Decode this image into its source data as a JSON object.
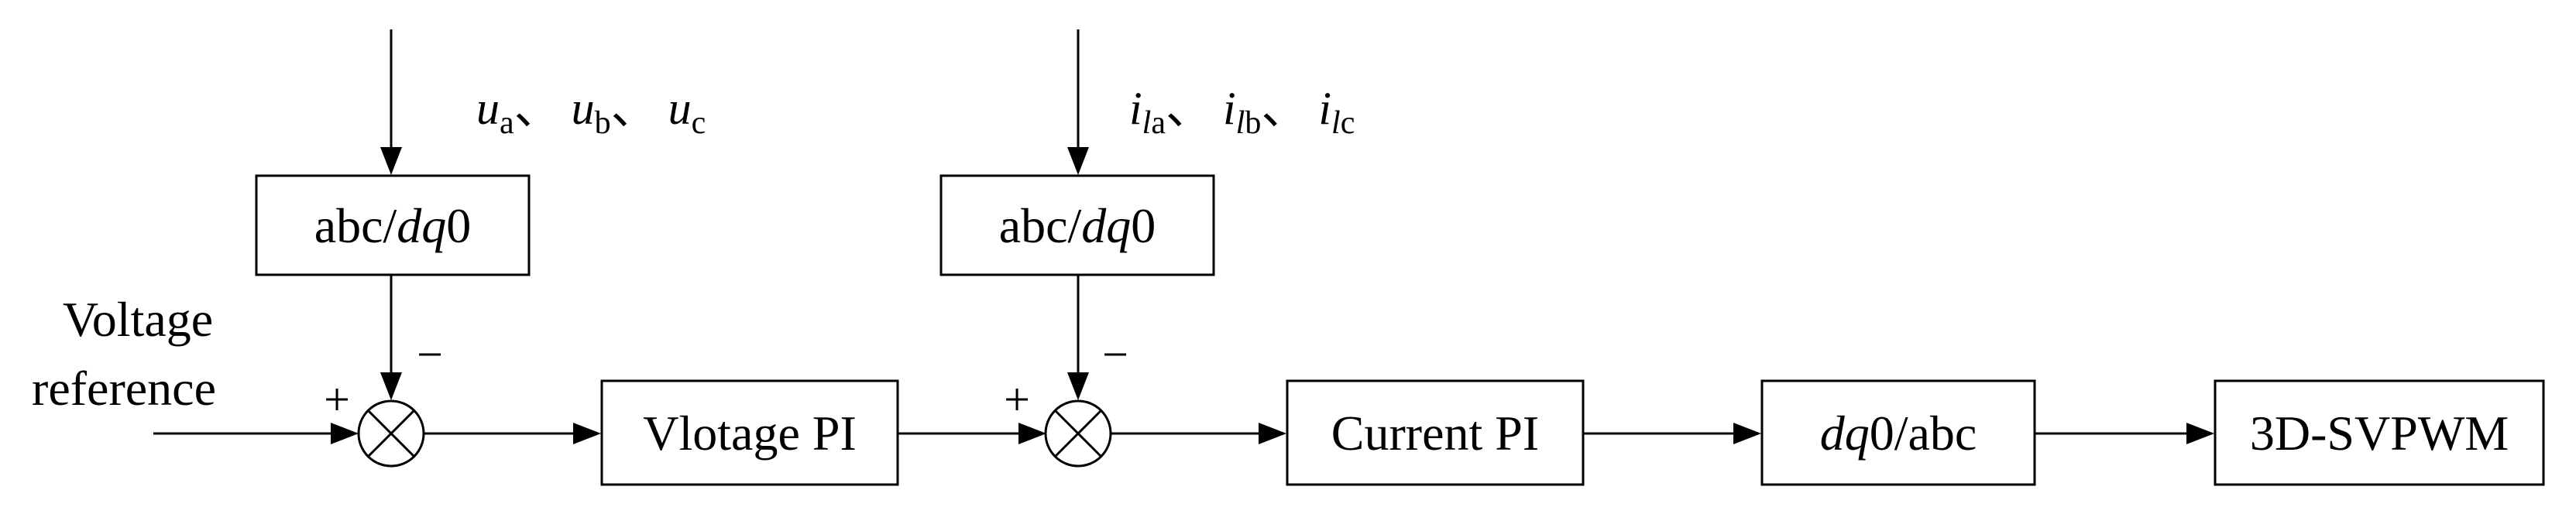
{
  "blocks": {
    "transform1": {
      "pre": "abc/",
      "ital": "dq",
      "post": "0"
    },
    "transform2": {
      "pre": "abc/",
      "ital": "dq",
      "post": "0"
    },
    "voltage_pi": "Vlotage PI",
    "current_pi": "Current PI",
    "inverse": {
      "pre": "",
      "ital": "dq",
      "post": "0/abc"
    },
    "modulator": "3D-SVPWM"
  },
  "input": {
    "line1": "Voltage",
    "line2": "reference"
  },
  "signs": {
    "sum1_plus": "+",
    "sum1_minus": "−",
    "sum2_plus": "+",
    "sum2_minus": "−"
  },
  "voltage_signals": [
    {
      "var": "u",
      "sub": "a",
      "sep": "、"
    },
    {
      "var": "u",
      "sub": "b",
      "sep": "、"
    },
    {
      "var": "u",
      "sub": "c",
      "sep": ""
    }
  ],
  "current_signals": [
    {
      "var": "i",
      "subi": "l",
      "sub": "a",
      "sep": "、"
    },
    {
      "var": "i",
      "subi": "l",
      "sub": "b",
      "sep": "、"
    },
    {
      "var": "i",
      "subi": "l",
      "sub": "c",
      "sep": ""
    }
  ]
}
